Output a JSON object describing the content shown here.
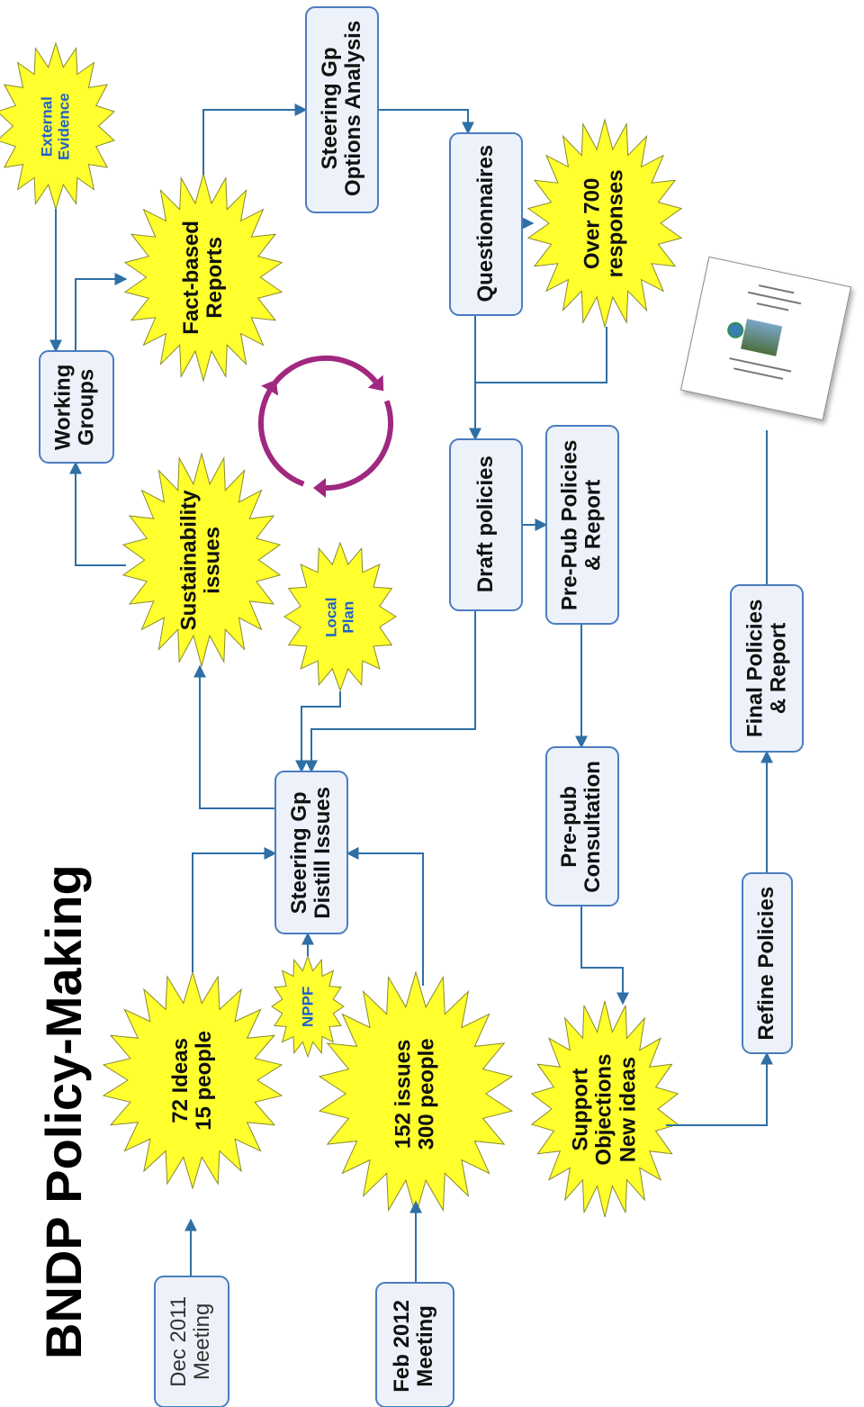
{
  "title": "BNDP Policy-Making",
  "colors": {
    "star_fill": "#ffff2e",
    "box_border": "#4b7dbf",
    "box_fill": "#edf2fa",
    "arrow": "#2e6fa6",
    "cycle": "#a0287f",
    "highlight_text": "#1f62c9"
  },
  "boxes": {
    "dec_meeting": [
      "Dec 2011",
      "Meeting"
    ],
    "feb_meeting": [
      "Feb 2012",
      "Meeting"
    ],
    "steering_distill": [
      "Steering Gp",
      "Distill Issues"
    ],
    "working_groups": [
      "Working",
      "Groups"
    ],
    "steering_options": [
      "Steering Gp",
      "Options Analysis"
    ],
    "questionnaires": [
      "Questionnaires"
    ],
    "draft_policies": [
      "Draft policies"
    ],
    "prepub_policies": [
      "Pre-Pub Policies",
      "& Report"
    ],
    "prepub_consultation": [
      "Pre-pub",
      "Consultation"
    ],
    "refine_policies": [
      "Refine Policies"
    ],
    "final_policies": [
      "Final Policies",
      "& Report"
    ]
  },
  "stars": {
    "ideas_72": [
      "72 Ideas",
      "15 people"
    ],
    "issues_152": [
      "152 issues",
      "300 people"
    ],
    "nppf": [
      "NPPF"
    ],
    "sustainability": [
      "Sustainability",
      "issues"
    ],
    "local_plan": [
      "Local",
      "Plan"
    ],
    "fact_reports": [
      "Fact-based",
      "Reports"
    ],
    "external_evidence": [
      "External",
      "Evidence"
    ],
    "over_700": [
      "Over 700",
      "responses"
    ],
    "support": [
      "Support",
      "Objections",
      "New ideas"
    ]
  }
}
